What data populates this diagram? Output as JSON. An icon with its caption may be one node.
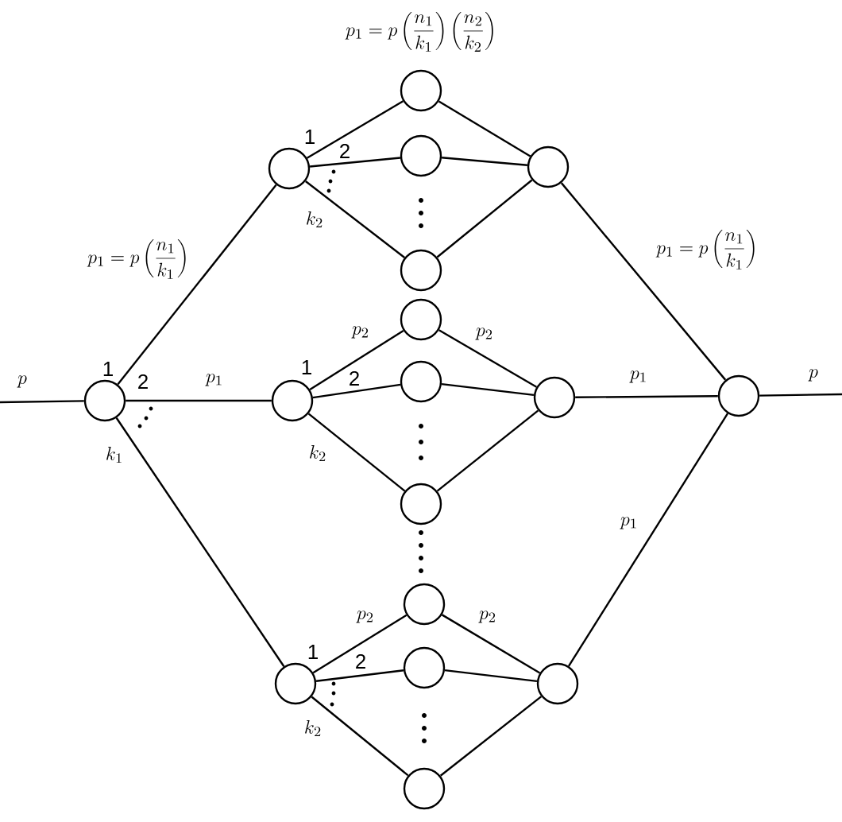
{
  "diagram": {
    "nodes": [
      {
        "text": [],
        "shape": "circle",
        "beside": [
          "1",
          "2",
          "k_1"
        ]
      },
      {
        "text": [],
        "shape": "circle",
        "beside": [
          "1",
          "2",
          "k_2"
        ]
      },
      {
        "text": [],
        "shape": "circle"
      },
      {
        "text": [],
        "shape": "circle"
      },
      {
        "text": [],
        "shape": "circle"
      },
      {
        "text": [],
        "shape": "circle"
      },
      {
        "text": [],
        "shape": "circle",
        "beside": [
          "1",
          "2",
          "k_2"
        ]
      },
      {
        "text": [],
        "shape": "circle"
      },
      {
        "text": [],
        "shape": "circle"
      },
      {
        "text": [],
        "shape": "circle"
      },
      {
        "text": [],
        "shape": "circle"
      },
      {
        "text": [],
        "shape": "circle",
        "beside": [
          "1",
          "2",
          "k_2"
        ]
      },
      {
        "text": [],
        "shape": "circle"
      },
      {
        "text": [],
        "shape": "circle"
      },
      {
        "text": [],
        "shape": "circle"
      },
      {
        "text": [],
        "shape": "circle"
      },
      {
        "text": [],
        "shape": "circle"
      }
    ],
    "edges": [
      {
        "from": null,
        "to": 0,
        "arrow": "none",
        "label": "p"
      },
      {
        "from": 0,
        "to": 1,
        "arrow": "none",
        "label": "p_1 = p\\left(\\frac{n_1}{k_1}\\right)"
      },
      {
        "from": 0,
        "to": 6,
        "arrow": "none",
        "label": "p_1"
      },
      {
        "from": 0,
        "to": 11,
        "arrow": "none"
      },
      {
        "from": 1,
        "to": 2,
        "arrow": "none"
      },
      {
        "from": 1,
        "to": 3,
        "arrow": "none"
      },
      {
        "from": 1,
        "to": 4,
        "arrow": "none"
      },
      {
        "from": 2,
        "to": 5,
        "arrow": "none"
      },
      {
        "from": 3,
        "to": 5,
        "arrow": "none"
      },
      {
        "from": 4,
        "to": 5,
        "arrow": "none"
      },
      {
        "from": 6,
        "to": 7,
        "arrow": "none",
        "label": "p_2"
      },
      {
        "from": 6,
        "to": 8,
        "arrow": "none"
      },
      {
        "from": 6,
        "to": 9,
        "arrow": "none"
      },
      {
        "from": 7,
        "to": 10,
        "arrow": "none",
        "label": "p_2"
      },
      {
        "from": 8,
        "to": 10,
        "arrow": "none"
      },
      {
        "from": 9,
        "to": 10,
        "arrow": "none"
      },
      {
        "from": 11,
        "to": 12,
        "arrow": "none",
        "label": "p_2"
      },
      {
        "from": 11,
        "to": 13,
        "arrow": "none"
      },
      {
        "from": 11,
        "to": 14,
        "arrow": "none"
      },
      {
        "from": 12,
        "to": 15,
        "arrow": "none",
        "label": "p_2"
      },
      {
        "from": 13,
        "to": 15,
        "arrow": "none"
      },
      {
        "from": 14,
        "to": 15,
        "arrow": "none"
      },
      {
        "from": 5,
        "to": 16,
        "arrow": "none",
        "label": "p_1 = p\\left(\\frac{n_1}{k_1}\\right)"
      },
      {
        "from": 10,
        "to": 16,
        "arrow": "none",
        "label": "p_1"
      },
      {
        "from": 15,
        "to": 16,
        "arrow": "none",
        "label": "p_1"
      },
      {
        "from": 16,
        "to": null,
        "arrow": "none",
        "label": "p"
      }
    ],
    "labels": [
      "p_1 = p\\left(\\frac{n_1}{k_1}\\right)\\left(\\frac{n_2}{k_2}\\right)"
    ]
  }
}
